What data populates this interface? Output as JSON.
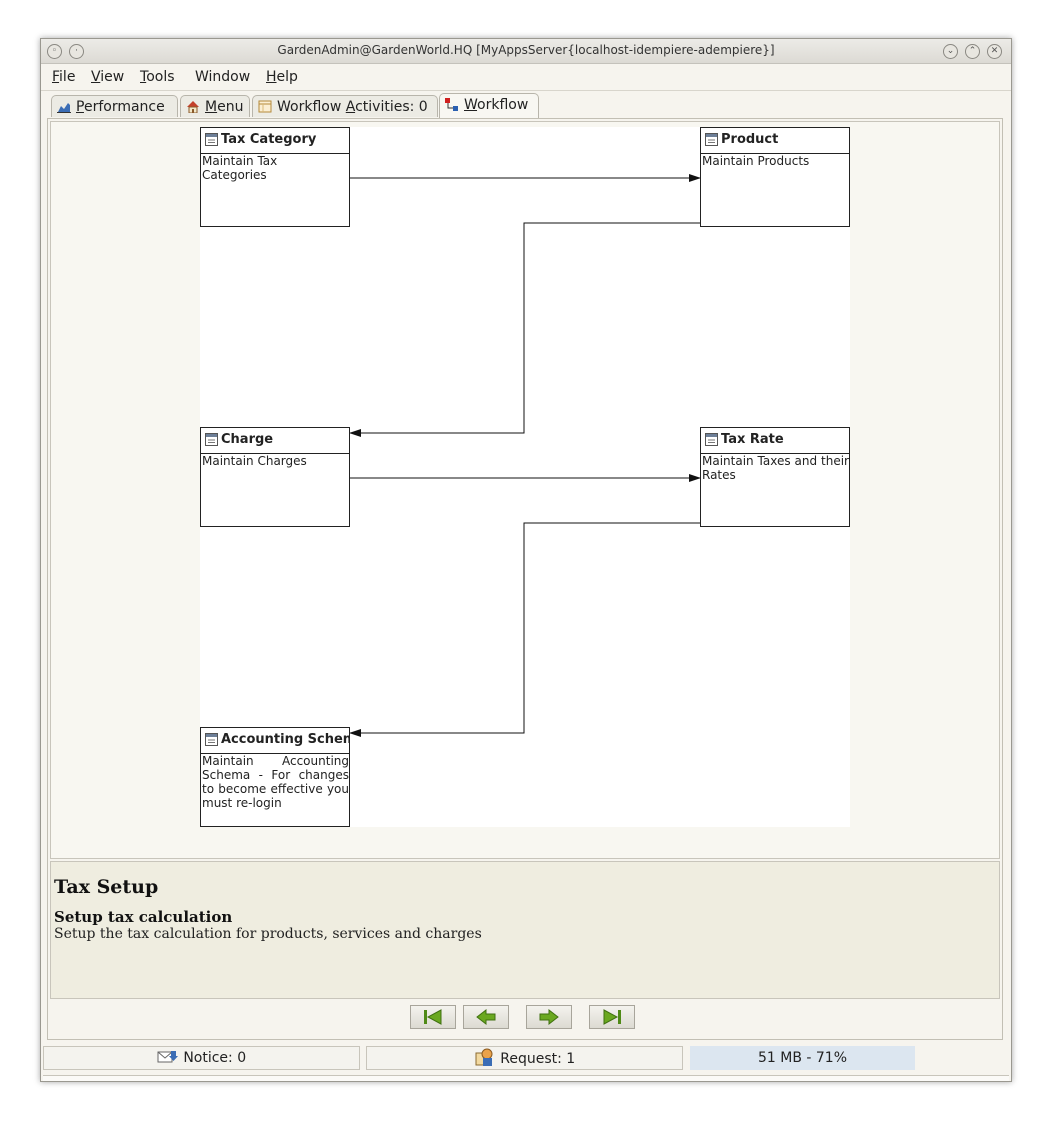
{
  "window": {
    "title": "GardenAdmin@GardenWorld.HQ [MyAppsServer{localhost-idempiere-adempiere}]"
  },
  "menubar": {
    "items": [
      {
        "label": "File",
        "mnemonic": "F",
        "rest": "ile"
      },
      {
        "label": "View",
        "mnemonic": "V",
        "rest": "iew"
      },
      {
        "label": "Tools",
        "mnemonic": "T",
        "rest": "ools"
      },
      {
        "label": "Window",
        "mnemonic": "",
        "rest": "Window"
      },
      {
        "label": "Help",
        "mnemonic": "H",
        "rest": "elp"
      }
    ]
  },
  "tabs": [
    {
      "label": "Performance",
      "mnemonic": "P",
      "rest": "erformance",
      "icon": "performance-chart-icon"
    },
    {
      "label": "Menu",
      "mnemonic": "M",
      "rest": "enu",
      "icon": "home-icon"
    },
    {
      "label": "Workflow Activities: 0",
      "pre": "Workflow ",
      "mnemonic": "A",
      "rest": "ctivities: 0",
      "icon": "calendar-icon"
    },
    {
      "label": "Workflow",
      "mnemonic": "W",
      "rest": "orkflow",
      "icon": "workflow-icon",
      "active": true
    }
  ],
  "workflow": {
    "nodes": [
      {
        "title": "Tax Category",
        "description": "Maintain Tax Categories"
      },
      {
        "title": "Product",
        "description": "Maintain Products"
      },
      {
        "title": "Charge",
        "description": "Maintain Charges"
      },
      {
        "title": "Tax Rate",
        "description": "Maintain Taxes and their Rates"
      },
      {
        "title": "Accounting Schem",
        "description": "Maintain Accounting Schema - For changes to become effective you must re-login"
      }
    ]
  },
  "info": {
    "title": "Tax Setup",
    "subtitle": "Setup tax calculation",
    "description": "Setup the tax calculation for products, services and charges"
  },
  "navigation": {
    "buttons": [
      "first-icon",
      "previous-icon",
      "next-icon",
      "last-icon"
    ]
  },
  "status": {
    "notice": "Notice: 0",
    "request": "Request: 1",
    "memory": "51 MB - 71%"
  },
  "colors": {
    "nav_arrow": "#6aa820",
    "memory_bg": "#dce6f0",
    "info_bg": "#efede0"
  }
}
